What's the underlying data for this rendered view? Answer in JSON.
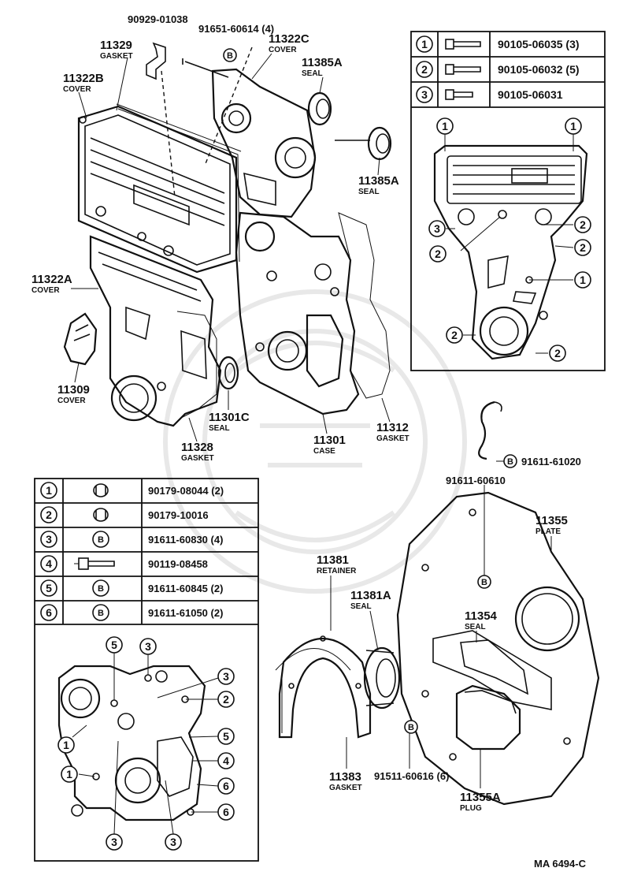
{
  "diagram_ref": "MA 6494-C",
  "parts": {
    "p11329": {
      "num": "11329",
      "name": "GASKET"
    },
    "p11322B": {
      "num": "11322B",
      "name": "COVER"
    },
    "p11322C": {
      "num": "11322C",
      "name": "COVER"
    },
    "p11385A_top": {
      "num": "11385A",
      "name": "SEAL"
    },
    "p11385A_mid": {
      "num": "11385A",
      "name": "SEAL"
    },
    "p11322A": {
      "num": "11322A",
      "name": "COVER"
    },
    "p11309": {
      "num": "11309",
      "name": "COVER"
    },
    "p11301C": {
      "num": "11301C",
      "name": "SEAL"
    },
    "p11328": {
      "num": "11328",
      "name": "GASKET"
    },
    "p11301": {
      "num": "11301",
      "name": "CASE"
    },
    "p11312": {
      "num": "11312",
      "name": "GASKET"
    },
    "p11355": {
      "num": "11355",
      "name": "PLATE"
    },
    "p11381": {
      "num": "11381",
      "name": "RETAINER"
    },
    "p11381A": {
      "num": "11381A",
      "name": "SEAL"
    },
    "p11354": {
      "num": "11354",
      "name": "SEAL"
    },
    "p11383": {
      "num": "11383",
      "name": "GASKET"
    },
    "p11355A": {
      "num": "11355A",
      "name": "PLUG"
    }
  },
  "callouts": {
    "c90929": "90929-01038",
    "c91651": "91651-60614 (4)",
    "c91611_61020": "91611-61020",
    "c91611_60610": "91611-60610",
    "c91511": "91511-60616 (6)"
  },
  "bolt_marker": "B",
  "table_top": {
    "rows": [
      {
        "n": "1",
        "pn": "90105-06035 (3)"
      },
      {
        "n": "2",
        "pn": "90105-06032 (5)"
      },
      {
        "n": "3",
        "pn": "90105-06031"
      }
    ]
  },
  "table_bottom": {
    "rows": [
      {
        "n": "1",
        "pn": "90179-08044 (2)"
      },
      {
        "n": "2",
        "pn": "90179-10016"
      },
      {
        "n": "3",
        "pn": "91611-60830 (4)",
        "sym": "B"
      },
      {
        "n": "4",
        "pn": "90119-08458"
      },
      {
        "n": "5",
        "pn": "91611-60845 (2)",
        "sym": "B"
      },
      {
        "n": "6",
        "pn": "91611-61050 (2)",
        "sym": "B"
      }
    ]
  },
  "inset_top_markers": [
    "1",
    "1",
    "3",
    "2",
    "2",
    "2",
    "1",
    "2",
    "2"
  ],
  "inset_bottom_markers": [
    "5",
    "3",
    "3",
    "2",
    "1",
    "1",
    "5",
    "4",
    "6",
    "6",
    "3",
    "3"
  ]
}
